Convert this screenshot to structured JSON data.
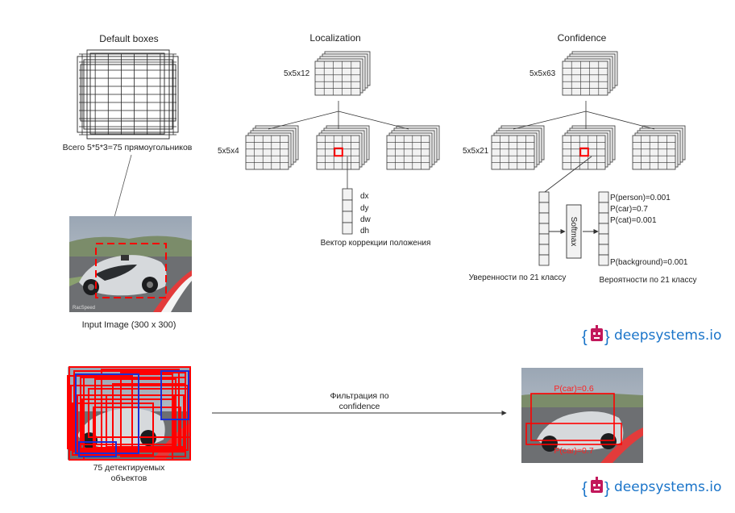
{
  "default_boxes": {
    "title": "Default boxes",
    "caption": "Всего 5*5*3=75 прямоугольников"
  },
  "input_image": {
    "caption": "Input Image (300 x 300)",
    "watermark": "RacSpeed"
  },
  "localization": {
    "title": "Localization",
    "top_label": "5x5x12",
    "side_label": "5x5x4",
    "vector": [
      "dx",
      "dy",
      "dw",
      "dh"
    ],
    "caption": "Вектор коррекции положения"
  },
  "confidence": {
    "title": "Confidence",
    "top_label": "5x5x63",
    "side_label": "5x5x21",
    "left_caption": "Уверенности по 21 классу",
    "softmax": "Softmax",
    "probs": [
      "P(person)=0.001",
      "P(car)=0.7",
      "P(cat)=0.001"
    ],
    "prob_background": "P(background)=0.001",
    "right_caption": "Вероятности по 21 классу"
  },
  "detections": {
    "caption_line1": "75 детектируемых",
    "caption_line2": "объектов"
  },
  "filtering": {
    "line1": "Фильтрация по",
    "line2": "confidence"
  },
  "result": {
    "label": "P(car)=0.6",
    "label_partial": "P(car)=0.7"
  },
  "brand": {
    "name": "deepsystems.io",
    "accent": "#1a74c9",
    "logo_color": "#c2185b"
  },
  "colors": {
    "highlight": "#ff0000",
    "blue_box": "#1a2fd6",
    "tensor_fill": "#f2f2f2",
    "tensor_line": "#333333"
  }
}
